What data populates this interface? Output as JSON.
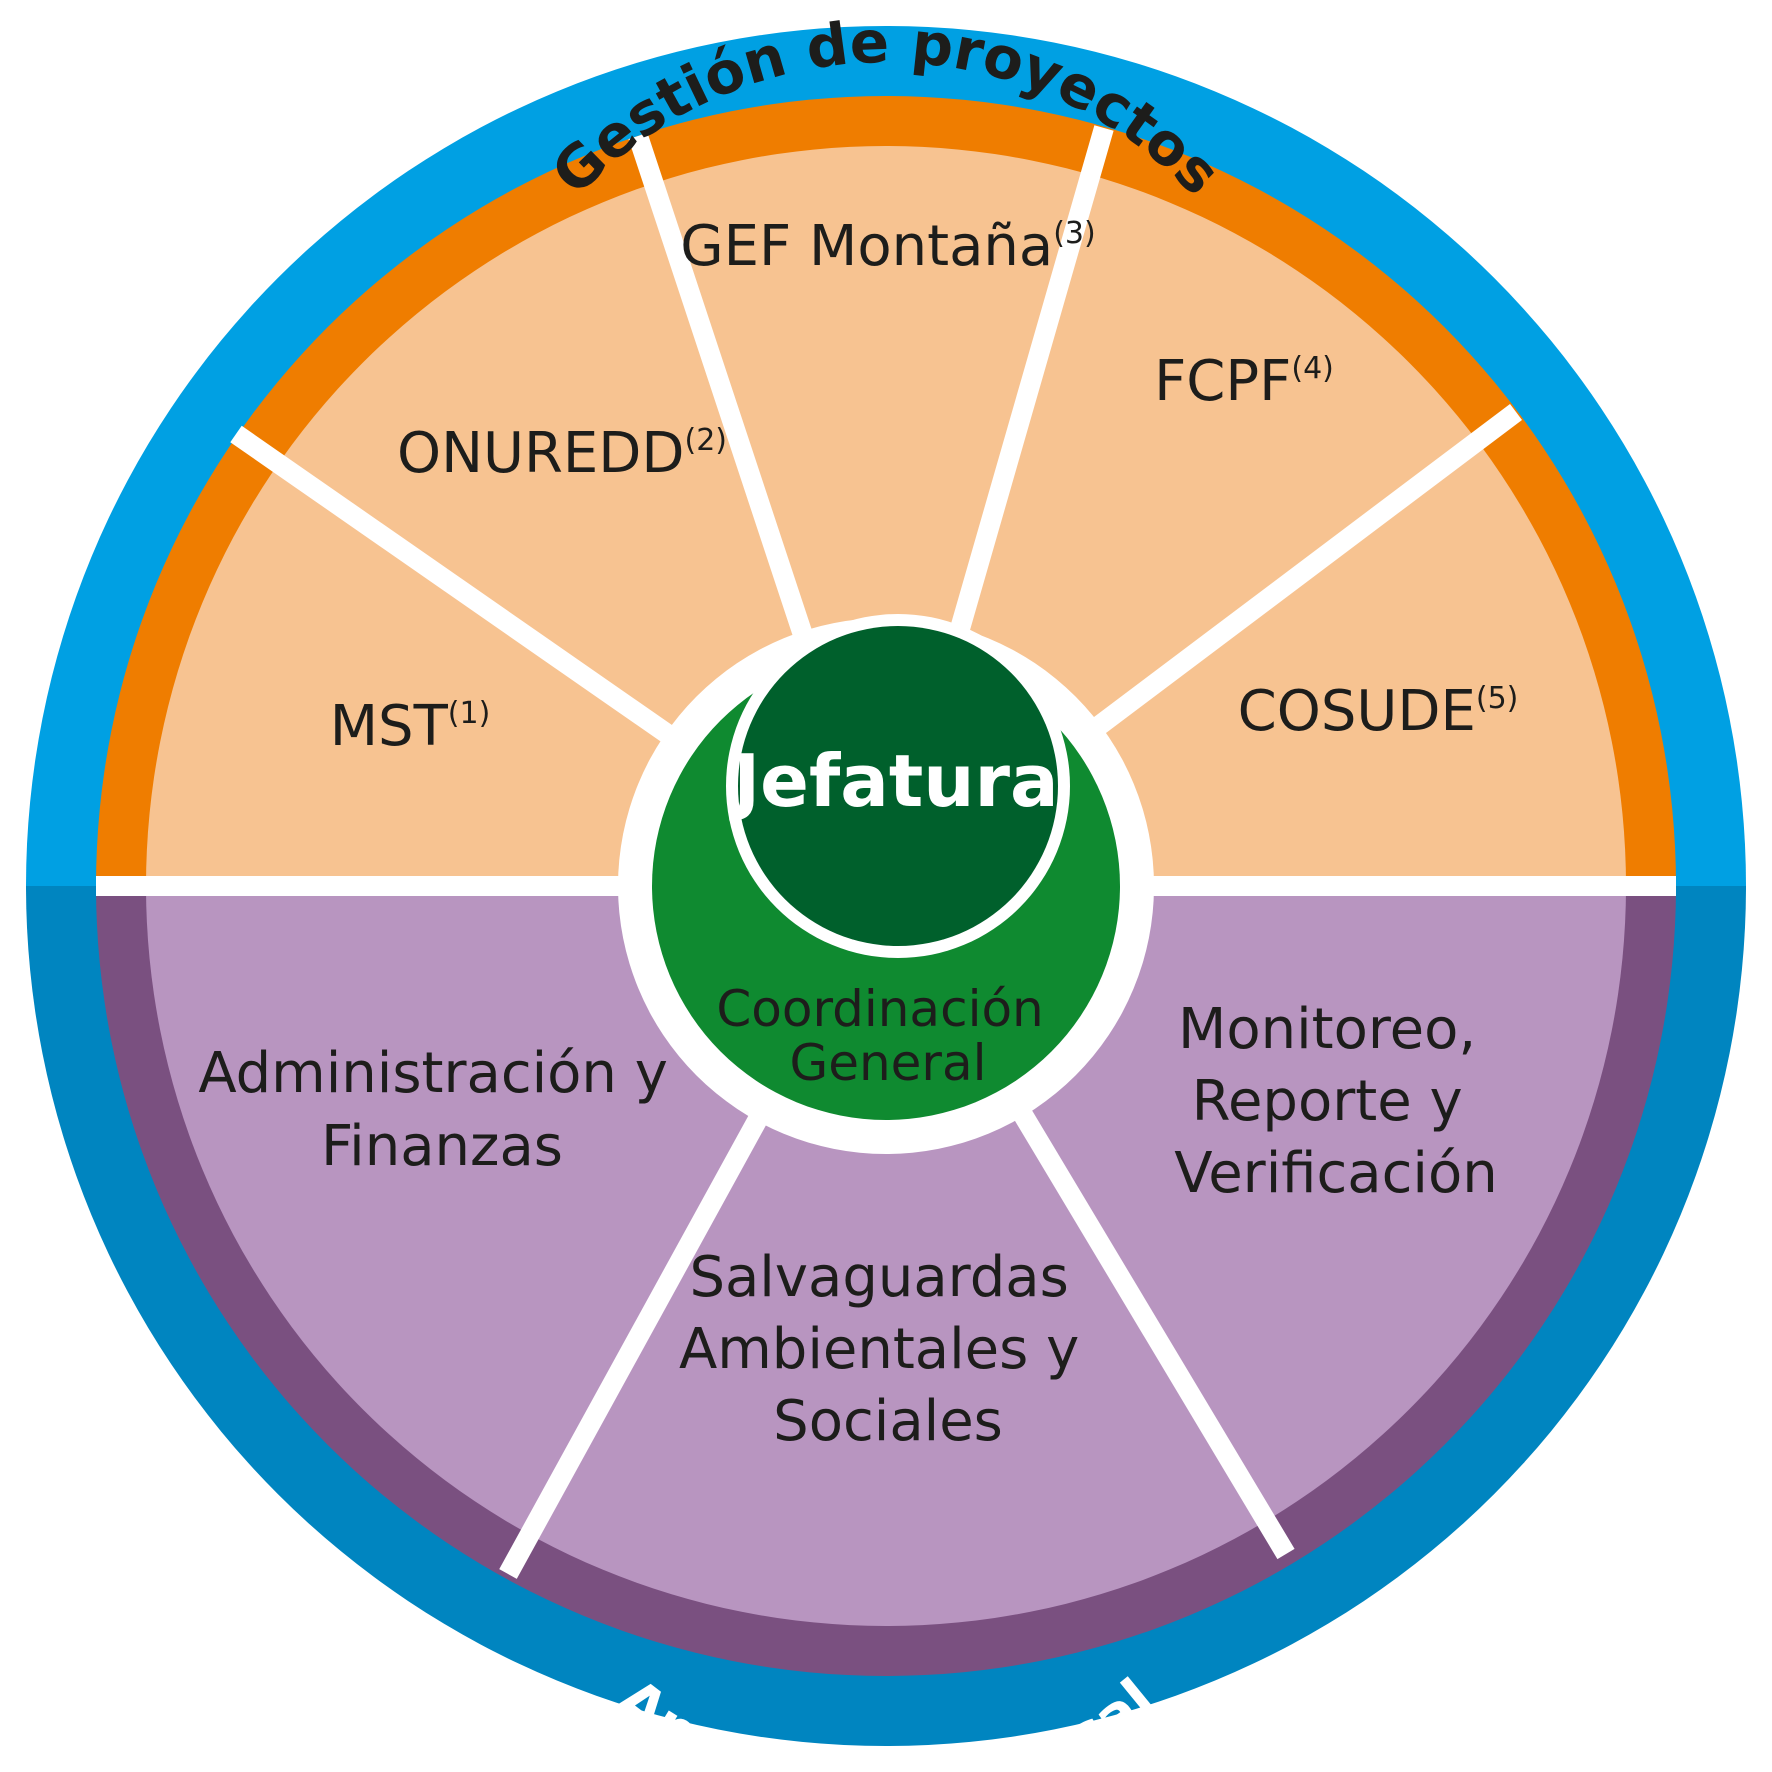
{
  "outer_ring": {
    "top_label": "Gestión de proyectos",
    "bottom_label": "Apoyo transversal"
  },
  "project_segments": [
    {
      "label": "MST",
      "note": "(1)"
    },
    {
      "label": "ONUREDD",
      "note": "(2)"
    },
    {
      "label": "GEF Montaña",
      "note": "(3)"
    },
    {
      "label": "FCPF",
      "note": "(4)"
    },
    {
      "label": "COSUDE",
      "note": "(5)"
    }
  ],
  "support_segments": [
    {
      "lines": [
        "Administración y",
        "Finanzas"
      ]
    },
    {
      "lines": [
        "Salvaguardas",
        "Ambientales y",
        "Sociales"
      ]
    },
    {
      "lines": [
        "Monitoreo,",
        "Reporte y",
        "Verificación"
      ]
    }
  ],
  "center": {
    "title": "Jefatura",
    "subtitle_lines": [
      "Coordinación",
      "General"
    ]
  },
  "colors": {
    "outer_top_blue": "#00a0e3",
    "outer_bottom_blue": "#0085c0",
    "orange_band": "#ef7d00",
    "orange_fill": "#f7c391",
    "purple_band": "#7a5080",
    "purple_fill": "#b895c0",
    "green_light": "#0f8a30",
    "green_dark": "#00602c",
    "top_label_text": "#1d1d1b",
    "bottom_label_text": "#ffffff"
  }
}
